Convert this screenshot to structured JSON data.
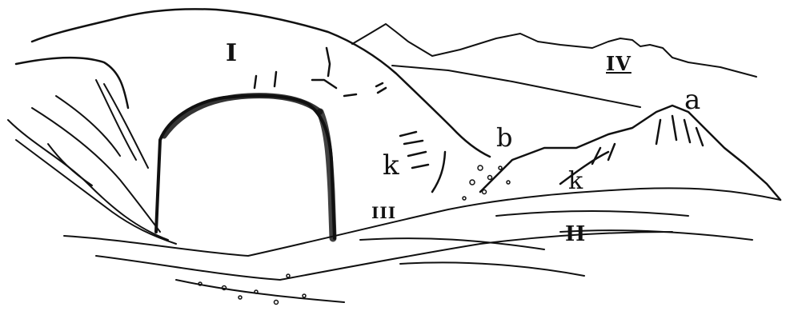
{
  "figure": {
    "labels": {
      "arch_rock": "I",
      "lower_stratum": "II",
      "arch_base": "III",
      "distant_range": "IV",
      "peak": "a",
      "debris": "b",
      "arch_side": "k",
      "ridge_side": "k"
    },
    "ink_color": "#111111",
    "paper_color": "#ffffff"
  }
}
